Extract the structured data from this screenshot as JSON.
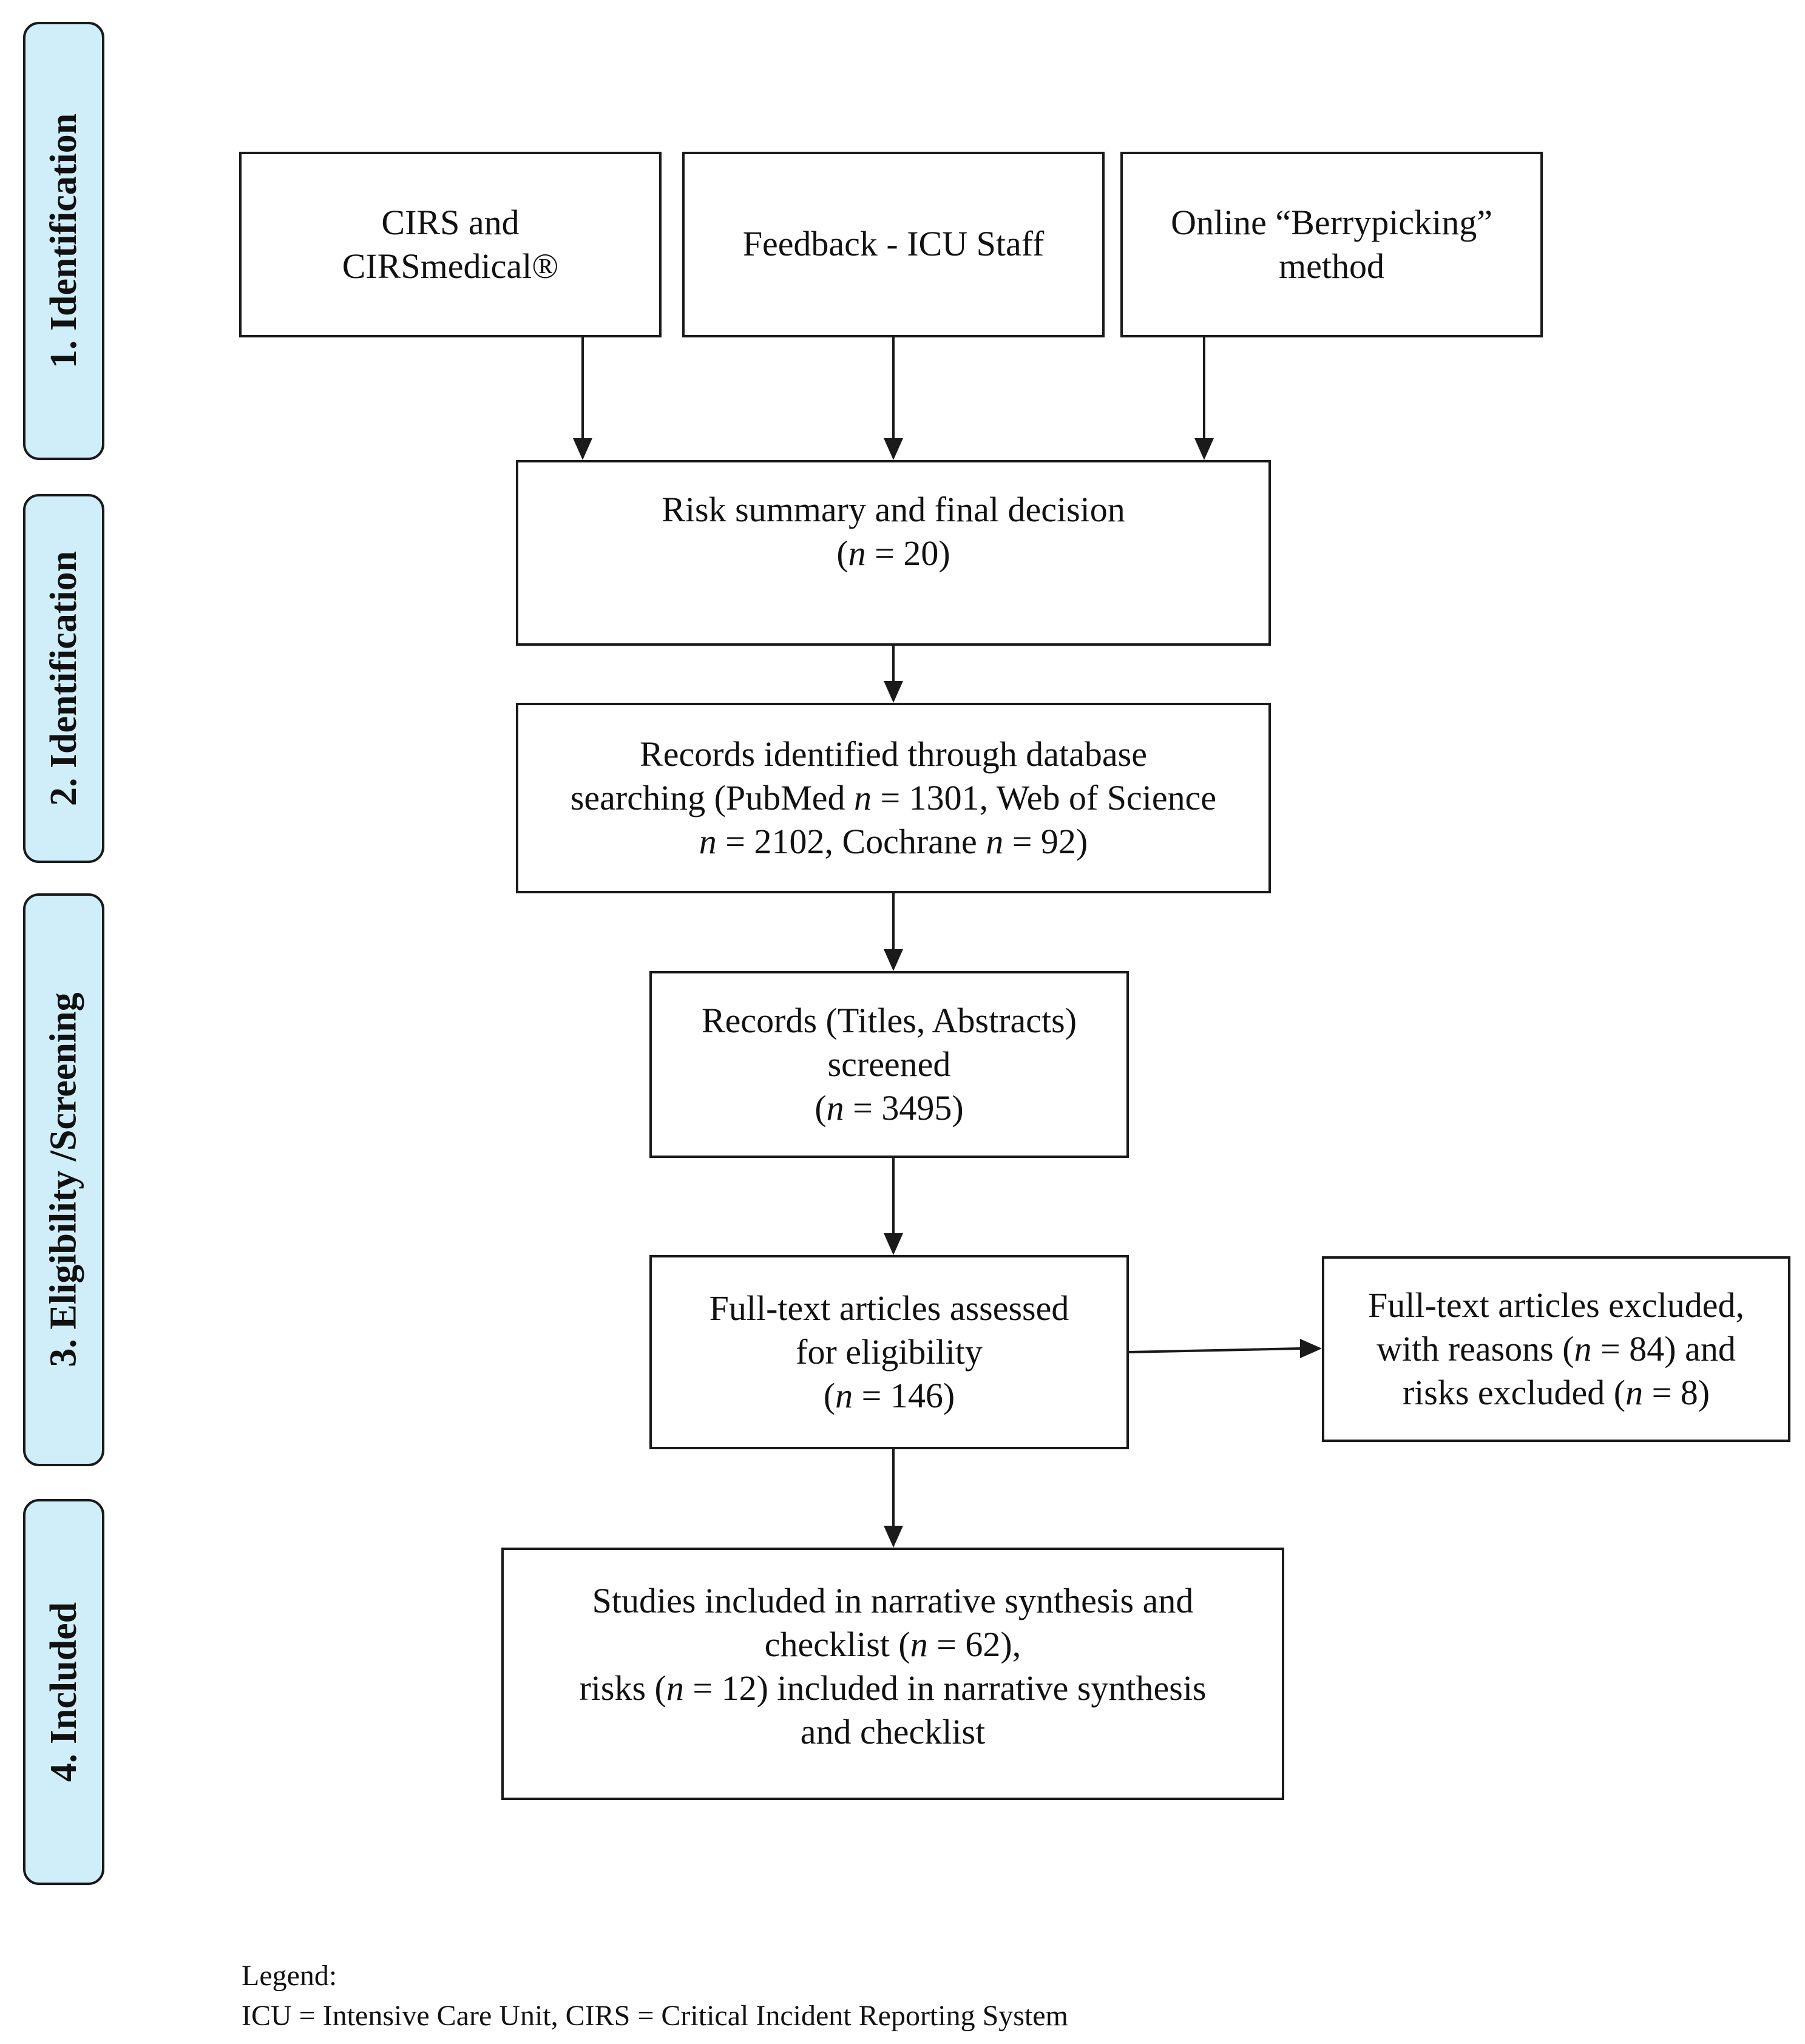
{
  "phases": [
    {
      "label": "1.   Identification"
    },
    {
      "label": "2. Identification"
    },
    {
      "label": "3. Eligibility /Screening"
    },
    {
      "label": "4. Included"
    }
  ],
  "boxes": {
    "cirs": {
      "lines": [
        "CIRS and",
        "CIRSmedical®"
      ]
    },
    "feedback": {
      "lines": [
        "Feedback - ICU Staff"
      ]
    },
    "online": {
      "lines": [
        "Online “Berrypicking”",
        "method"
      ]
    },
    "risk_summary": {
      "lines": [
        "Risk summary and final decision",
        "(n = 20)"
      ]
    },
    "records_identified": {
      "lines": [
        "Records identified through database",
        "searching (PubMed n = 1301, Web of Science",
        "n = 2102, Cochrane n = 92)"
      ]
    },
    "records_screened": {
      "lines": [
        "Records (Titles, Abstracts)",
        "screened",
        "(n = 3495)"
      ]
    },
    "fulltext_assessed": {
      "lines": [
        "Full-text articles assessed",
        "for eligibility",
        "(n = 146)"
      ]
    },
    "fulltext_excluded": {
      "lines": [
        "Full-text articles excluded,",
        "with reasons (n = 84) and",
        "risks excluded (n = 8)"
      ]
    },
    "included": {
      "lines": [
        "Studies included in narrative synthesis and",
        "checklist (n = 62),",
        "risks (n = 12) included in narrative synthesis",
        "and checklist"
      ]
    }
  },
  "legend": {
    "title": "Legend:",
    "text": "ICU = Intensive Care Unit, CIRS = Critical Incident Reporting System"
  },
  "colors": {
    "phase_fill": "#cfeefa",
    "stroke": "#1a1a1a"
  }
}
